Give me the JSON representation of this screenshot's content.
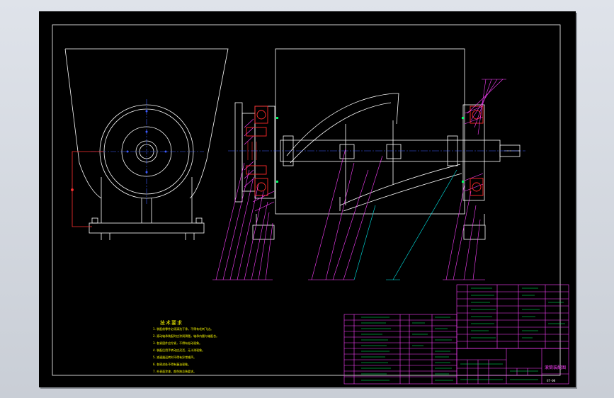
{
  "drawing": {
    "background": "#000000",
    "colors": {
      "outline": "#ffffff",
      "centerline": "#3c5cff",
      "bearing": "#ff2a2a",
      "hatch": "#ff40ff",
      "leader": "#ff40ff",
      "leader_alt": "#00e5e5",
      "table_line": "#ff40ff",
      "table_grid": "#00ff66",
      "text_yellow": "#ffff00",
      "dim_red": "#ff3030"
    },
    "icons": {
      "front_view": "pulley-front-view-icon",
      "section_view": "shaft-section-view-icon"
    }
  },
  "tech_requirements": {
    "title": "技术要求",
    "lines": [
      "1. 装配前零件必须清洗干净，不得有毛刺飞边。",
      "2. 滚动轴承装配时应涂润滑脂，轴承内圈与轴配合。",
      "3. 各紧固件应拧紧，不得有松动现象。",
      "4. 装配后用手转动应灵活，无卡滞现象。",
      "5. 减速器运转时不得有异常噪声。",
      "6. 各密封处不得有漏油现象。",
      "7. 外表面涂漆，颜色按总装要求。"
    ]
  },
  "title_block": {
    "title": "滚筒装配图",
    "drawing_no": "GT-00"
  }
}
